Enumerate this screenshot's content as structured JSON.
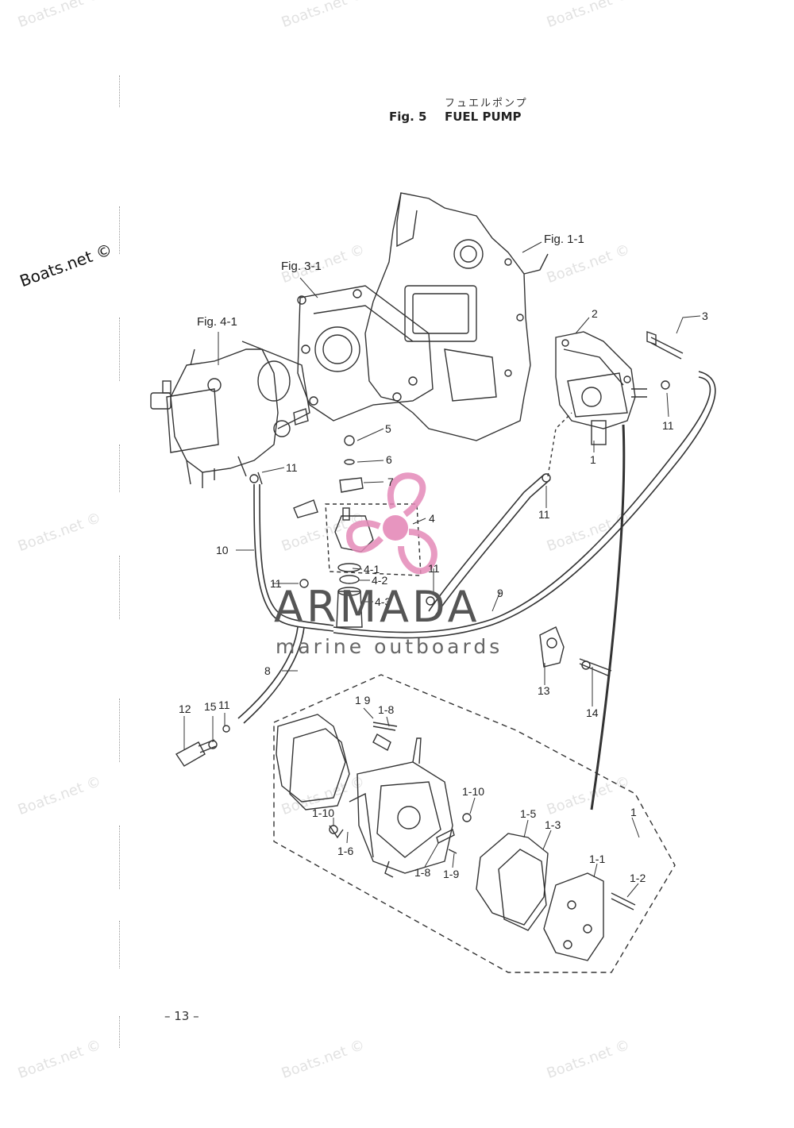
{
  "title": {
    "japanese": "フュエルポンプ",
    "fig_number": "Fig. 5",
    "name": "FUEL PUMP"
  },
  "figure_refs": {
    "fig_1_1": "Fig. 1-1",
    "fig_3_1": "Fig. 3-1",
    "fig_4_1": "Fig. 4-1"
  },
  "part_labels": {
    "p1a": "1",
    "p1b": "1",
    "p2": "2",
    "p3": "3",
    "p4": "4",
    "p5": "5",
    "p6": "6",
    "p7": "7",
    "p8": "8",
    "p9": "9",
    "p10": "10",
    "p11a": "11",
    "p11b": "11",
    "p11c": "11",
    "p11d": "11",
    "p11e": "11",
    "p11f": "11",
    "p12": "12",
    "p13": "13",
    "p14": "14",
    "p15": "15",
    "p4_1": "4-1",
    "p4_2": "4-2",
    "p4_3": "4-3",
    "p1_1": "1-1",
    "p1_2": "1-2",
    "p1_3": "1-3",
    "p1_5": "1-5",
    "p1_6": "1-6",
    "p1_8a": "1-8",
    "p1_8b": "1-8",
    "p1_9a": "1 9",
    "p1_9b": "1-9",
    "p1_10a": "1-10",
    "p1_10b": "1-10"
  },
  "watermark": {
    "text": "Boats.net ©"
  },
  "brand": {
    "name": "ARMADA",
    "tagline": "marine outboards",
    "accent_color": "#e48ab8"
  },
  "page_number": "– 13 –"
}
